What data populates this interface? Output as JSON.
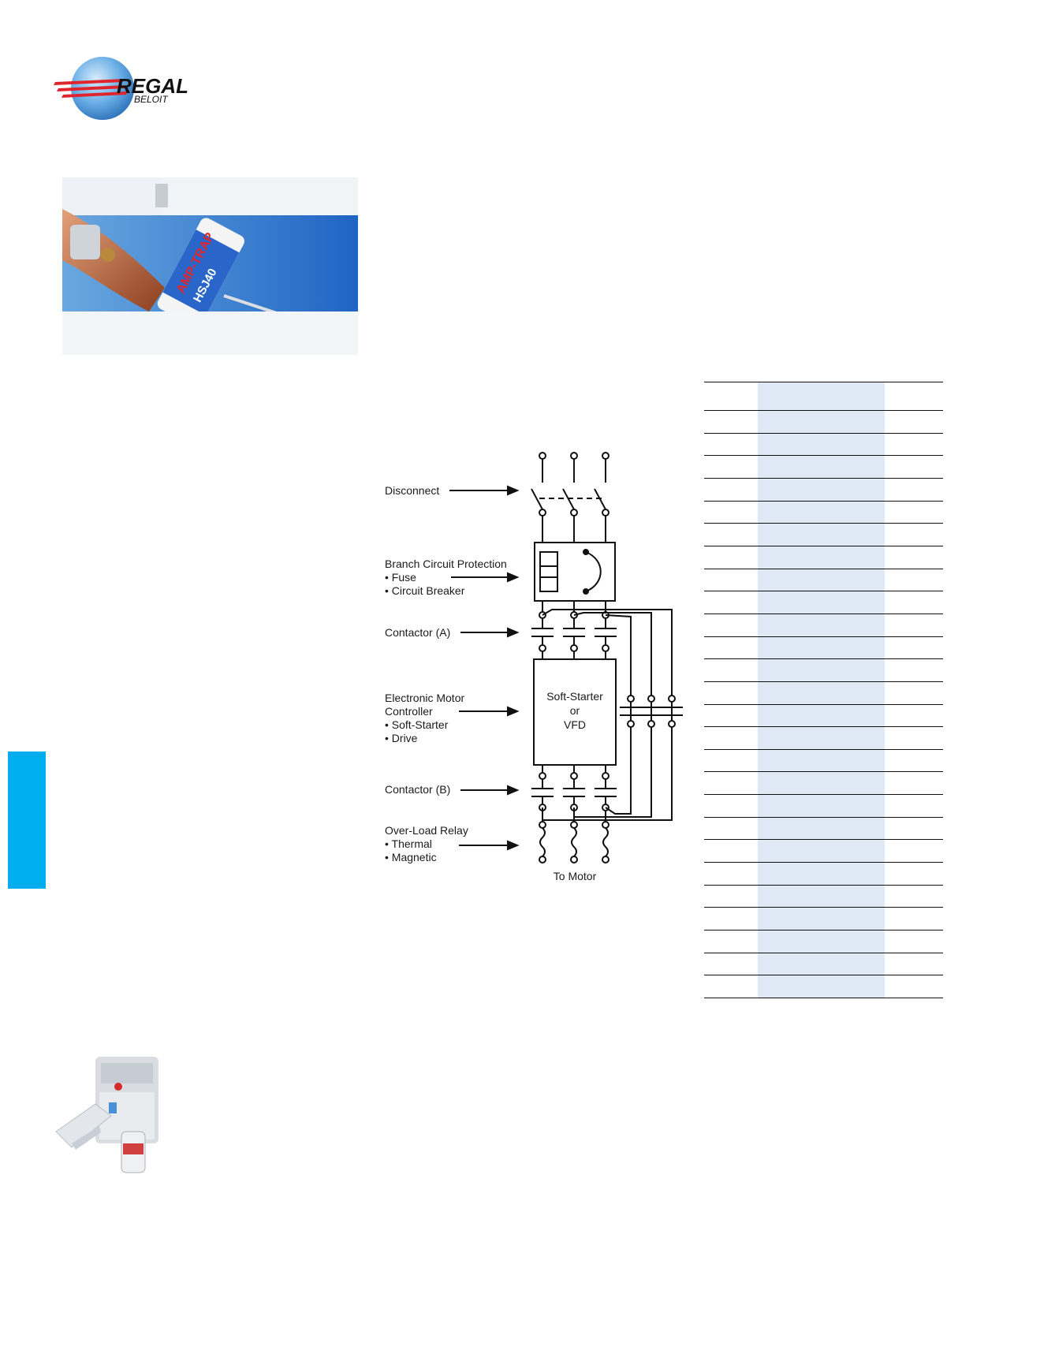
{
  "brand": {
    "name": "REGAL",
    "sub": "BELOIT",
    "colors": {
      "globe": "#3d8fd6",
      "stripes": "#e0242b",
      "text": "#111111"
    }
  },
  "hero_photo": {
    "fuse_label": "AMP-TRAP",
    "fuse_model": "HSJ40"
  },
  "side_tab": {
    "color": "#00aeef"
  },
  "diagram": {
    "labels": {
      "disconnect": "Disconnect",
      "bcp_title": "Branch Circuit Protection",
      "bcp_fuse": "• Fuse",
      "bcp_breaker": "• Circuit Breaker",
      "contactor_a": "Contactor (A)",
      "emc_line1": "Electronic Motor",
      "emc_line2": "Controller",
      "emc_soft": "• Soft-Starter",
      "emc_drive": "• Drive",
      "contactor_b": "Contactor (B)",
      "olr_title": "Over-Load Relay",
      "olr_thermal": "• Thermal",
      "olr_magnetic": "• Magnetic",
      "controller_box_1": "Soft-Starter",
      "controller_box_2": "or",
      "controller_box_3": "VFD",
      "to_motor": "To Motor"
    }
  },
  "table": {
    "row_count": 28,
    "highlight_color": "#dfe8f5"
  }
}
